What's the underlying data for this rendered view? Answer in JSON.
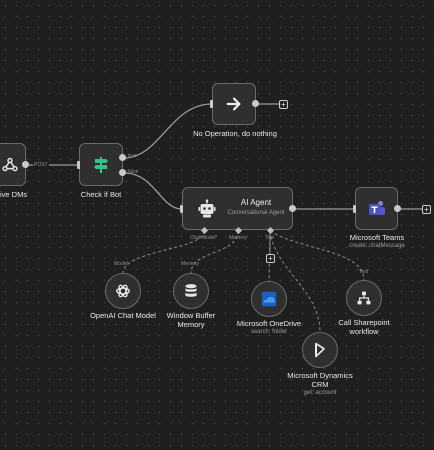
{
  "nodes": {
    "receive_dms": {
      "label": "ive DMs",
      "icon": "webhook-icon"
    },
    "check_if_bot": {
      "label": "Check if Bot",
      "icon": "signpost-icon"
    },
    "no_op": {
      "label": "No Operation, do nothing",
      "icon": "arrow-right-icon"
    },
    "ai_agent": {
      "label": "AI Agent",
      "sublabel": "Conversational Agent",
      "icon": "robot-icon"
    },
    "ms_teams": {
      "label": "Microsoft Teams",
      "sublabel": "create: chatMessage",
      "icon": "teams-icon"
    },
    "openai": {
      "label": "OpenAI Chat Model",
      "icon": "openai-icon"
    },
    "memory": {
      "label_line1": "Window Buffer",
      "label_line2": "Memory",
      "icon": "database-icon"
    },
    "onedrive": {
      "label": "Microsoft OneDrive",
      "sublabel": "search: folder",
      "icon": "onedrive-icon"
    },
    "sharepoint": {
      "label_line1": "Call Sharepoint",
      "label_line2": "workflow",
      "icon": "sitemap-icon"
    },
    "dynamics": {
      "label_line1": "Microsoft Dynamics",
      "label_line2": "CRM",
      "sublabel": "get: account",
      "icon": "dynamics-icon"
    }
  },
  "edges": {
    "post_label": "POST",
    "true_label": "true",
    "false_label": "false"
  },
  "ports": {
    "chat_model": "Chat Model*",
    "memory": "Memory",
    "tool": "Tool"
  },
  "connection_labels": {
    "model": "Model",
    "memory": "Memory",
    "tool": "Tool"
  },
  "colors": {
    "background": "#1f1f1f",
    "node_fill": "#2f2f2f",
    "node_border": "#6a6a6a",
    "wire": "#9a9a9a",
    "check_icon": "#35c38a",
    "teams_icon": "#4b53bc",
    "onedrive_icon": "#2a6fd1"
  }
}
